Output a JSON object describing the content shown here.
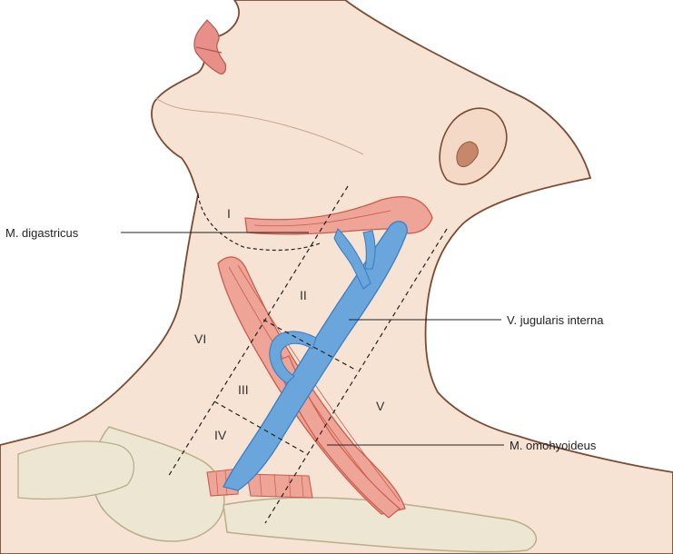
{
  "labels": {
    "digastricus": "M. digastricus",
    "jugularis": "V. jugularis interna",
    "omohyoideus": "M. omohyoideus"
  },
  "zones": [
    "I",
    "II",
    "III",
    "IV",
    "V",
    "VI"
  ],
  "colors": {
    "skin": "#f7e3d3",
    "skin_outline": "#7a4a32",
    "muscle": "#eea496",
    "muscle_line": "#c95d4e",
    "vein": "#6aa6dc",
    "vein_dark": "#3d7fc0",
    "bone": "#ece6d2",
    "bone_outline": "#b9ad8a",
    "line": "#222222"
  }
}
